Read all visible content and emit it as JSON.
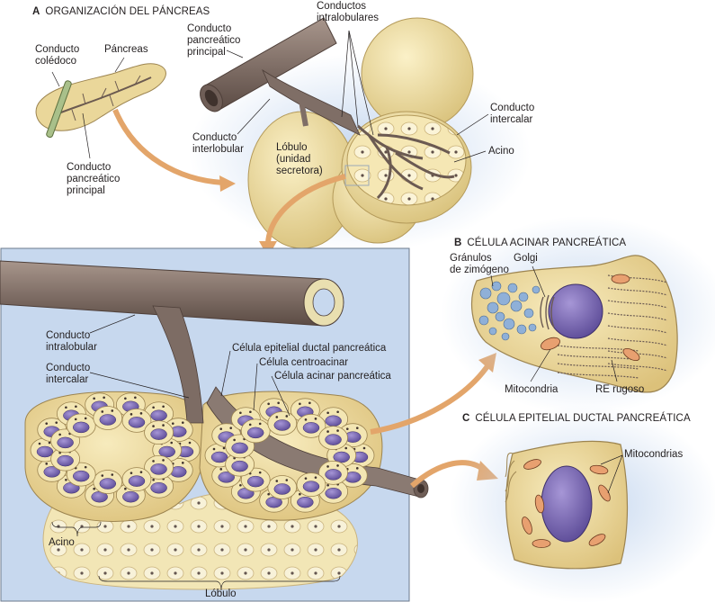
{
  "panel_a": {
    "letter": "A",
    "title": "ORGANIZACIÓN DEL PÁNCREAS",
    "labels": {
      "conducto_coledoco": "Conducto\ncolédoco",
      "pancreas": "Páncreas",
      "conducto_pancreatico_principal_top": "Conducto\npancreático\nprincipal",
      "conductos_intralobulares": "Conductos\nintralobulares",
      "conducto_intercalar": "Conducto\nintercalar",
      "acino": "Acino",
      "conducto_interlobular": "Conducto\ninterlobular",
      "lobulo_unidad": "Lóbulo\n(unidad\nsecretora)",
      "conducto_pancreatico_principal_left": "Conducto\npancreático\nprincipal"
    }
  },
  "detail": {
    "labels": {
      "conducto_intralobular": "Conducto\nintralobular",
      "conducto_intercalar": "Conducto\nintercalar",
      "celula_epitelial_ductal": "Célula epitelial ductal pancreática",
      "celula_centroacinar": "Célula centroacinar",
      "celula_acinar": "Célula acinar pancreática",
      "acino": "Acino",
      "lobulo": "Lóbulo"
    }
  },
  "panel_b": {
    "letter": "B",
    "title": "CÉLULA ACINAR PANCREÁTICA",
    "labels": {
      "granulos": "Gránulos\nde zimógeno",
      "golgi": "Golgi",
      "mitocondria": "Mitocondria",
      "re_rugoso": "RE rugoso"
    }
  },
  "panel_c": {
    "letter": "C",
    "title": "CÉLULA EPITELIAL DUCTAL PANCREÁTICA",
    "labels": {
      "mitocondrias": "Mitocondrias"
    }
  },
  "colors": {
    "duct": "#8a7a72",
    "duct_dark": "#5e4e47",
    "lobule": "#ecdba0",
    "cell": "#f2e2a6",
    "nucleus": "#7a69b4",
    "panel_bg": "#c7d8ee",
    "arrow": "#e3a56a"
  }
}
